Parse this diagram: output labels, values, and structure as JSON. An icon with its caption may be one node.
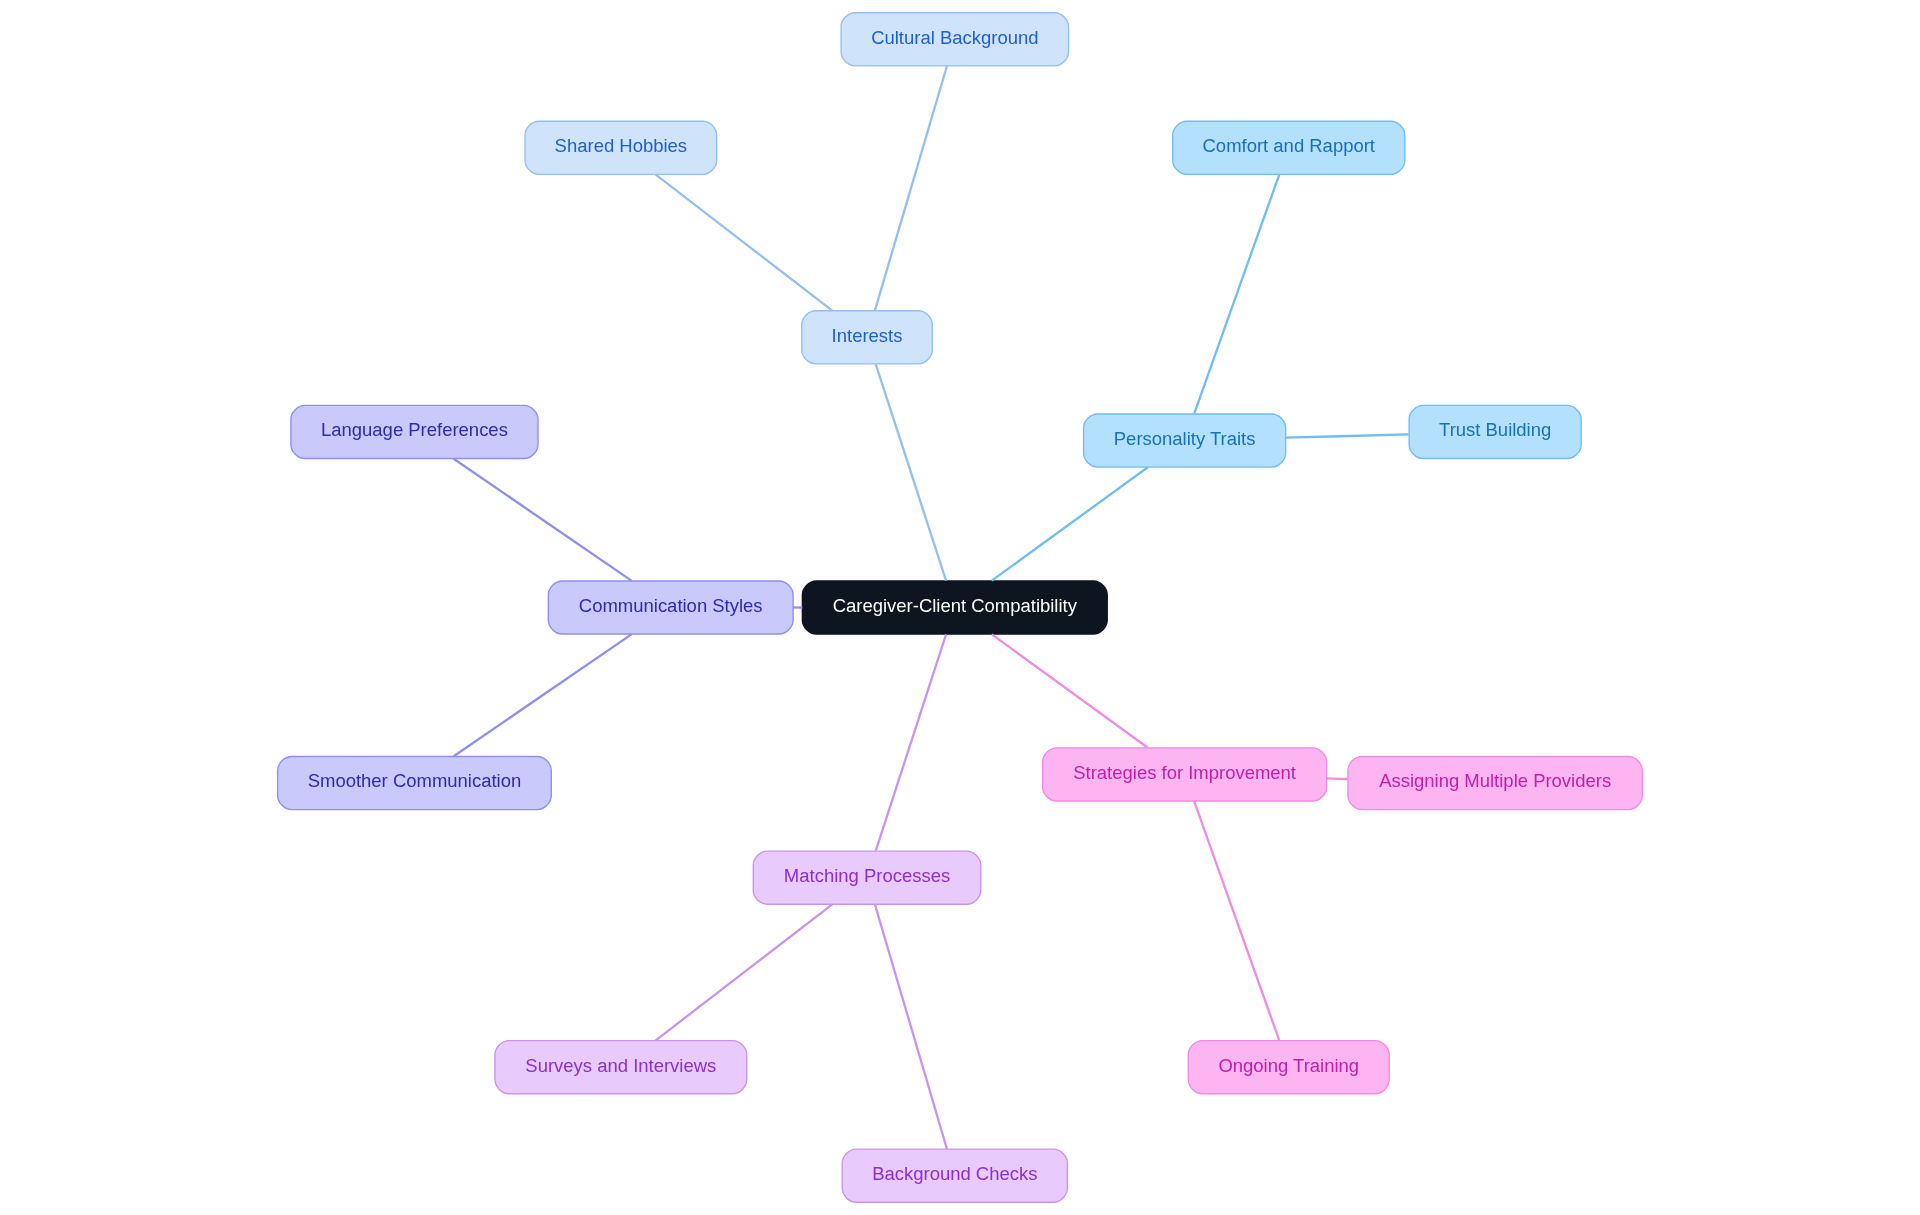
{
  "diagram": {
    "nodes": [
      {
        "text": [
          "Caregiver-Client Compatibility"
        ]
      },
      {
        "text": [
          "Personality Traits"
        ]
      },
      {
        "text": [
          "Trust Building"
        ]
      },
      {
        "text": [
          "Comfort and Rapport"
        ]
      },
      {
        "text": [
          "Interests"
        ]
      },
      {
        "text": [
          "Cultural Background"
        ]
      },
      {
        "text": [
          "Shared Hobbies"
        ]
      },
      {
        "text": [
          "Communication Styles"
        ]
      },
      {
        "text": [
          "Language Preferences"
        ]
      },
      {
        "text": [
          "Smoother Communication"
        ]
      },
      {
        "text": [
          "Matching Processes"
        ]
      },
      {
        "text": [
          "Surveys and Interviews"
        ]
      },
      {
        "text": [
          "Background Checks"
        ]
      },
      {
        "text": [
          "Strategies for Improvement"
        ]
      },
      {
        "text": [
          "Ongoing Training"
        ]
      },
      {
        "text": [
          "Assigning Multiple Providers"
        ]
      }
    ],
    "edges": [
      {
        "from": 0,
        "to": 1,
        "arrow": "none",
        "color": "#72bdf0"
      },
      {
        "from": 1,
        "to": 2,
        "arrow": "none",
        "color": "#72bdf0"
      },
      {
        "from": 1,
        "to": 3,
        "arrow": "none",
        "color": "#72bdf0"
      },
      {
        "from": 0,
        "to": 4,
        "arrow": "none",
        "color": "#94c0f0"
      },
      {
        "from": 4,
        "to": 5,
        "arrow": "none",
        "color": "#94c0f0"
      },
      {
        "from": 4,
        "to": 6,
        "arrow": "none",
        "color": "#94c0f0"
      },
      {
        "from": 0,
        "to": 7,
        "arrow": "none",
        "color": "#8f8fef"
      },
      {
        "from": 7,
        "to": 8,
        "arrow": "none",
        "color": "#8f8fef"
      },
      {
        "from": 7,
        "to": 9,
        "arrow": "none",
        "color": "#8f8fef"
      },
      {
        "from": 0,
        "to": 10,
        "arrow": "none",
        "color": "#c795f0"
      },
      {
        "from": 10,
        "to": 11,
        "arrow": "none",
        "color": "#c795f0"
      },
      {
        "from": 10,
        "to": 12,
        "arrow": "none",
        "color": "#c795f0"
      },
      {
        "from": 0,
        "to": 13,
        "arrow": "none",
        "color": "#ef8ce0"
      },
      {
        "from": 13,
        "to": 14,
        "arrow": "none",
        "color": "#ef8ce0"
      },
      {
        "from": 13,
        "to": 15,
        "arrow": "none",
        "color": "#ef8ce0"
      }
    ]
  }
}
